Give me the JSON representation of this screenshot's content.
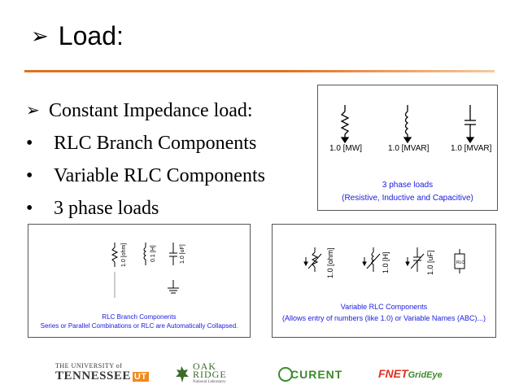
{
  "slide": {
    "title_arrow": "➢",
    "title": "Load:",
    "bullets": [
      {
        "mark": "➢",
        "text": "Constant Impedance load:"
      },
      {
        "mark": "•",
        "text": "RLC Branch Components"
      },
      {
        "mark": "•",
        "text": "Variable RLC Components"
      },
      {
        "mark": "•",
        "text": "3 phase loads"
      }
    ]
  },
  "phase_box": {
    "labels": [
      "1.0 [MW]",
      "1.0 [MVAR]",
      "1.0 [MVAR]"
    ],
    "caption_1": "3 phase loads",
    "caption_2": "(Resistive, Inductive and Capacitive)"
  },
  "rlc_box": {
    "labels": [
      "1.0 [ohm]",
      "0.1 [H]",
      "1.0 [uF]"
    ],
    "caption_1": "RLC Branch Components",
    "caption_2": "Series or Parallel Combinations or RLC are Automatically Collapsed."
  },
  "var_box": {
    "labels": [
      "1.0 [ohm]",
      "1.0 [H]",
      "1.0 [uF]"
    ],
    "caption_1": "Variable RLC Components",
    "caption_2": "(Allows entry of numbers (like 1.0) or Variable Names (ABC)...)"
  },
  "logos": {
    "ut_line1": "THE UNIVERSITY of",
    "ut_line2": "TENNESSEE",
    "ut_mark": "UT",
    "ornl_1": "OAK",
    "ornl_2": "RIDGE",
    "ornl_3": "National Laboratory",
    "curent": "CURENT",
    "fnet_1": "FNET",
    "fnet_2": "GridEye"
  },
  "colors": {
    "accent_rule": "#e07020",
    "caption_blue": "#1a1ae0",
    "ornl_green": "#3a6b2a",
    "curent_green": "#3d8a2d",
    "fnet_red": "#e03020"
  }
}
